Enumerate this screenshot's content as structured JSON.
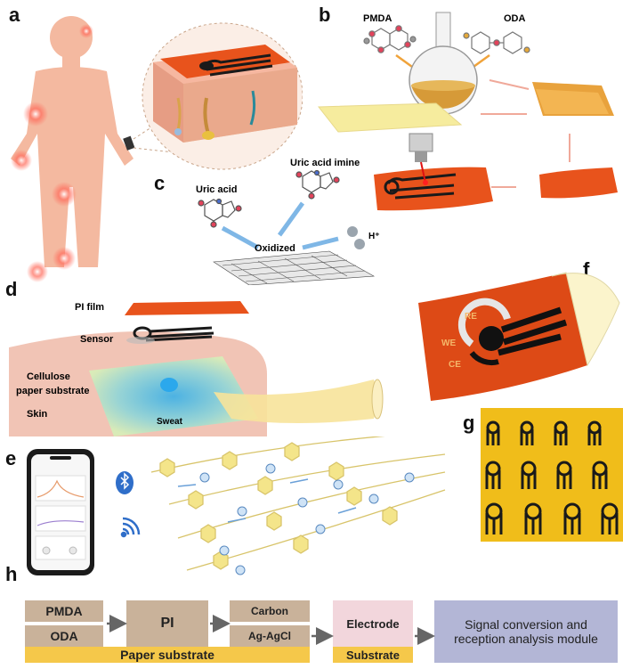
{
  "panels": {
    "a": "a",
    "b": "b",
    "c": "c",
    "d": "d",
    "e": "e",
    "f": "f",
    "g": "g",
    "h": "h"
  },
  "panel_b": {
    "pmda": "PMDA",
    "oda": "ODA"
  },
  "panel_c": {
    "uric_acid": "Uric acid",
    "uric_acid_imine": "Uric acid imine",
    "oxidized": "Oxidized",
    "h_plus": "H⁺"
  },
  "panel_d": {
    "pi_film": "PI film",
    "sensor": "Sensor",
    "cellulose": "Cellulose",
    "paper_substrate": "paper substrate",
    "skin": "Skin",
    "sweat": "Sweat"
  },
  "panel_f": {
    "re": "RE",
    "we": "WE",
    "ce": "CE"
  },
  "panel_h": {
    "pmda": "PMDA",
    "oda": "ODA",
    "pi": "PI",
    "carbon": "Carbon",
    "ag_agcl": "Ag-AgCl",
    "electrode": "Electrode",
    "signal_line1": "Signal conversion and",
    "signal_line2": "reception analysis module",
    "paper_substrate": "Paper substrate",
    "substrate": "Substrate"
  },
  "colors": {
    "skin_body": "#f4b9a0",
    "pi_orange": "#e8531c",
    "paper_yellow": "#f6ec9e",
    "box_brown": "#c9b29a",
    "electrode_pink": "#f2d6dc",
    "signal_lavender": "#b3b6d6",
    "substrate_bar": "#f5c84a"
  }
}
